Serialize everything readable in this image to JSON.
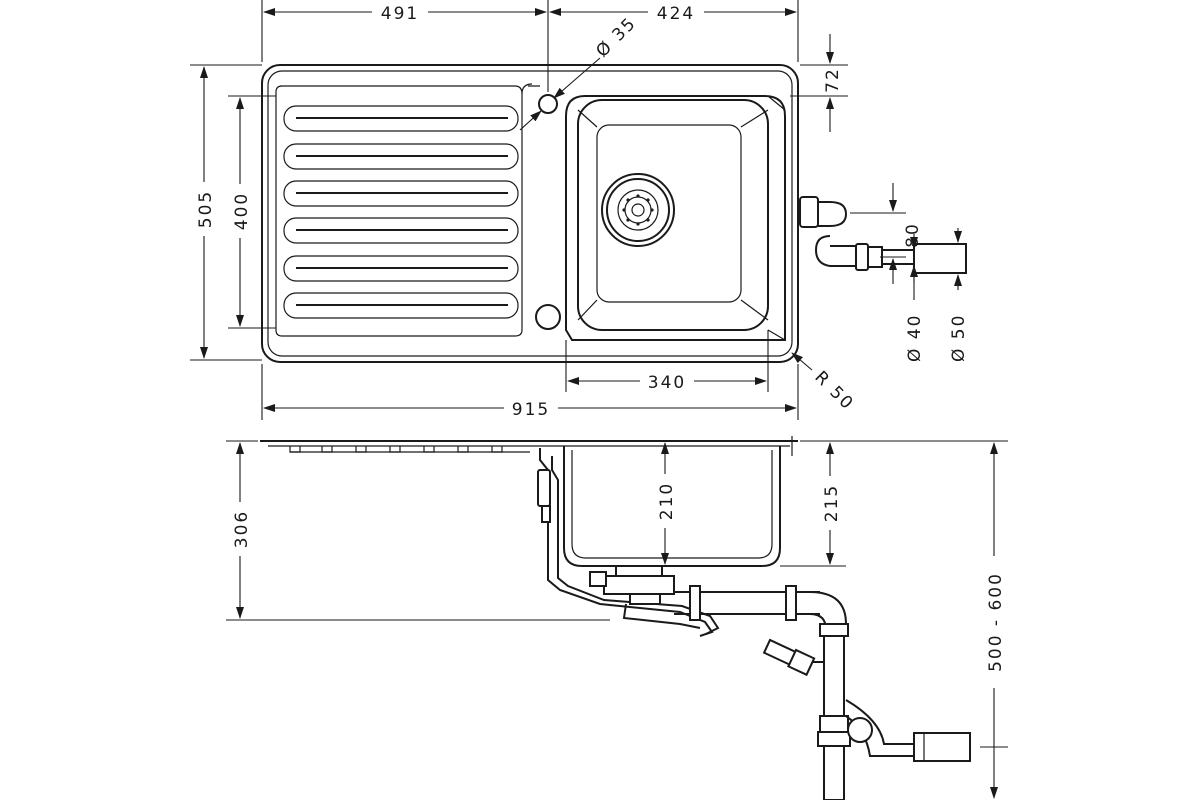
{
  "dimensions": {
    "drainboard_width": "491",
    "bowl_section_width": "424",
    "tap_hole": "Ø 35",
    "front_edge_offset": "72",
    "overall_depth": "505",
    "inner_depth": "400",
    "bowl_width": "340",
    "overall_width": "915",
    "corner_radius": "R 50",
    "overflow_offset": "80",
    "outlet_40": "Ø 40",
    "outlet_50": "Ø 50",
    "bowl_depth_inner": "210",
    "bowl_depth_outer": "215",
    "total_depth": "306",
    "drain_height": "500 - 600"
  },
  "colors": {
    "line": "#1a1a1a",
    "background": "#ffffff"
  }
}
